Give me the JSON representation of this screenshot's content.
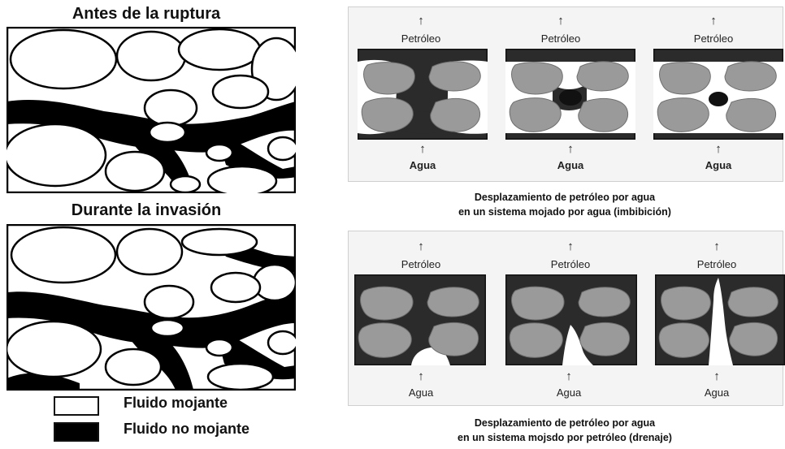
{
  "left": {
    "title_before": "Antes de la ruptura",
    "title_during": "Durante la invasión",
    "legend": {
      "wetting": "Fluido mojante",
      "nonwetting": "Fluido no mojante",
      "wetting_color": "#ffffff",
      "nonwetting_color": "#000000"
    }
  },
  "right": {
    "top": {
      "oil_label": "Petróleo",
      "water_label": "Agua",
      "caption_line1": "Desplazamiento de petróleo por agua",
      "caption_line2": "en un sistema mojado por agua (imbibición)"
    },
    "bottom": {
      "oil_label": "Petróleo",
      "water_label": "Agua",
      "caption_line1": "Desplazamiento de petróleo por agua",
      "caption_line2": "en un sistema mojsdo por petróleo (drenaje)"
    },
    "arrow_symbol": "↑",
    "colors": {
      "grain": "#9a9a9a",
      "oil": "#2b2b2b",
      "water": "#ffffff",
      "background": "#f4f4f4"
    }
  }
}
